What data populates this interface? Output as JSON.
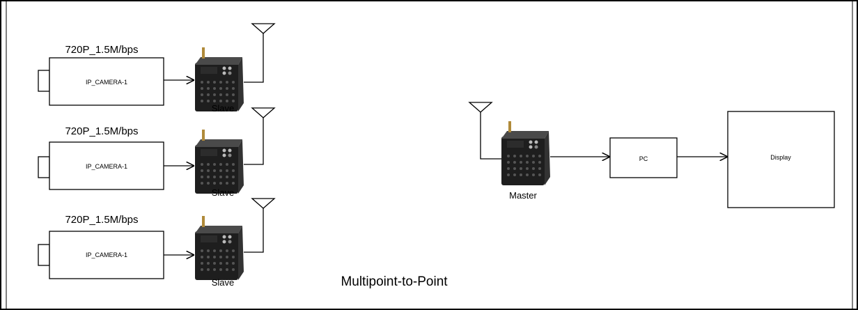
{
  "title": "Multipoint-to-Point",
  "slaves": [
    {
      "rate": "720P_1.5M/bps",
      "camera_label": "IP_CAMERA-1",
      "device_label": "Slave"
    },
    {
      "rate": "720P_1.5M/bps",
      "camera_label": "IP_CAMERA-1",
      "device_label": "Slave"
    },
    {
      "rate": "720P_1.5M/bps",
      "camera_label": "IP_CAMERA-1",
      "device_label": "Slave"
    }
  ],
  "master": {
    "device_label": "Master"
  },
  "pc": {
    "label": "PC"
  },
  "display": {
    "label": "Display"
  },
  "colors": {
    "line": "#000000",
    "device_body": "#1e1e1e",
    "device_top": "#4a4a4a",
    "antenna_stub": "#b08a3a"
  }
}
